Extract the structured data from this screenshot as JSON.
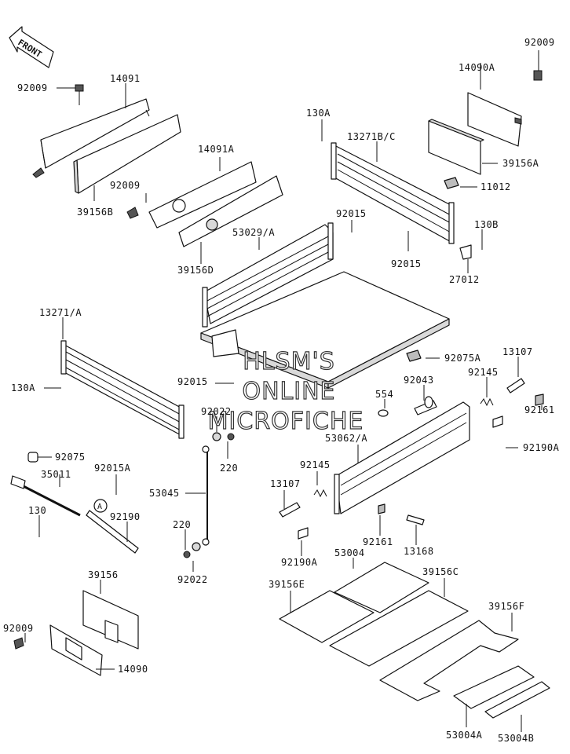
{
  "front_marker": {
    "text": "FRONT"
  },
  "watermark": {
    "lines": [
      "HLSM'S",
      "ONLINE",
      "MICROFICHE"
    ]
  },
  "parts": [
    {
      "id": "p1",
      "label": "92009"
    },
    {
      "id": "p2",
      "label": "14091"
    },
    {
      "id": "p3",
      "label": "39156B"
    },
    {
      "id": "p4",
      "label": "14091A"
    },
    {
      "id": "p5",
      "label": "92009"
    },
    {
      "id": "p6",
      "label": "39156D"
    },
    {
      "id": "p7",
      "label": "53029/A"
    },
    {
      "id": "p8",
      "label": "130A"
    },
    {
      "id": "p9",
      "label": "13271B/C"
    },
    {
      "id": "p10",
      "label": "92015"
    },
    {
      "id": "p11",
      "label": "92015"
    },
    {
      "id": "p12",
      "label": "14090A"
    },
    {
      "id": "p13",
      "label": "92009"
    },
    {
      "id": "p14",
      "label": "39156A"
    },
    {
      "id": "p15",
      "label": "11012"
    },
    {
      "id": "p16",
      "label": "130B"
    },
    {
      "id": "p17",
      "label": "27012"
    },
    {
      "id": "p18",
      "label": "13271/A"
    },
    {
      "id": "p19",
      "label": "130A"
    },
    {
      "id": "p20",
      "label": "92015"
    },
    {
      "id": "p21",
      "label": "92075A"
    },
    {
      "id": "p22",
      "label": "13107"
    },
    {
      "id": "p23",
      "label": "92145"
    },
    {
      "id": "p24",
      "label": "92043"
    },
    {
      "id": "p25",
      "label": "554"
    },
    {
      "id": "p26",
      "label": "92161"
    },
    {
      "id": "p27",
      "label": "92022"
    },
    {
      "id": "p28",
      "label": "220"
    },
    {
      "id": "p29",
      "label": "53062/A"
    },
    {
      "id": "p30",
      "label": "92190A"
    },
    {
      "id": "p31",
      "label": "92075"
    },
    {
      "id": "p32",
      "label": "35011"
    },
    {
      "id": "p33",
      "label": "92015A"
    },
    {
      "id": "p34",
      "label": "53045"
    },
    {
      "id": "p35",
      "label": "130"
    },
    {
      "id": "p36",
      "label": "92190"
    },
    {
      "id": "p37",
      "label": "A"
    },
    {
      "id": "p38",
      "label": "220"
    },
    {
      "id": "p39",
      "label": "92022"
    },
    {
      "id": "p40",
      "label": "92145"
    },
    {
      "id": "p41",
      "label": "13107"
    },
    {
      "id": "p42",
      "label": "92161"
    },
    {
      "id": "p43",
      "label": "13168"
    },
    {
      "id": "p44",
      "label": "92190A"
    },
    {
      "id": "p45",
      "label": "53004"
    },
    {
      "id": "p46",
      "label": "39156E"
    },
    {
      "id": "p47",
      "label": "39156C"
    },
    {
      "id": "p48",
      "label": "39156F"
    },
    {
      "id": "p49",
      "label": "39156"
    },
    {
      "id": "p50",
      "label": "92009"
    },
    {
      "id": "p51",
      "label": "14090"
    },
    {
      "id": "p52",
      "label": "53004A"
    },
    {
      "id": "p53",
      "label": "53004B"
    }
  ]
}
